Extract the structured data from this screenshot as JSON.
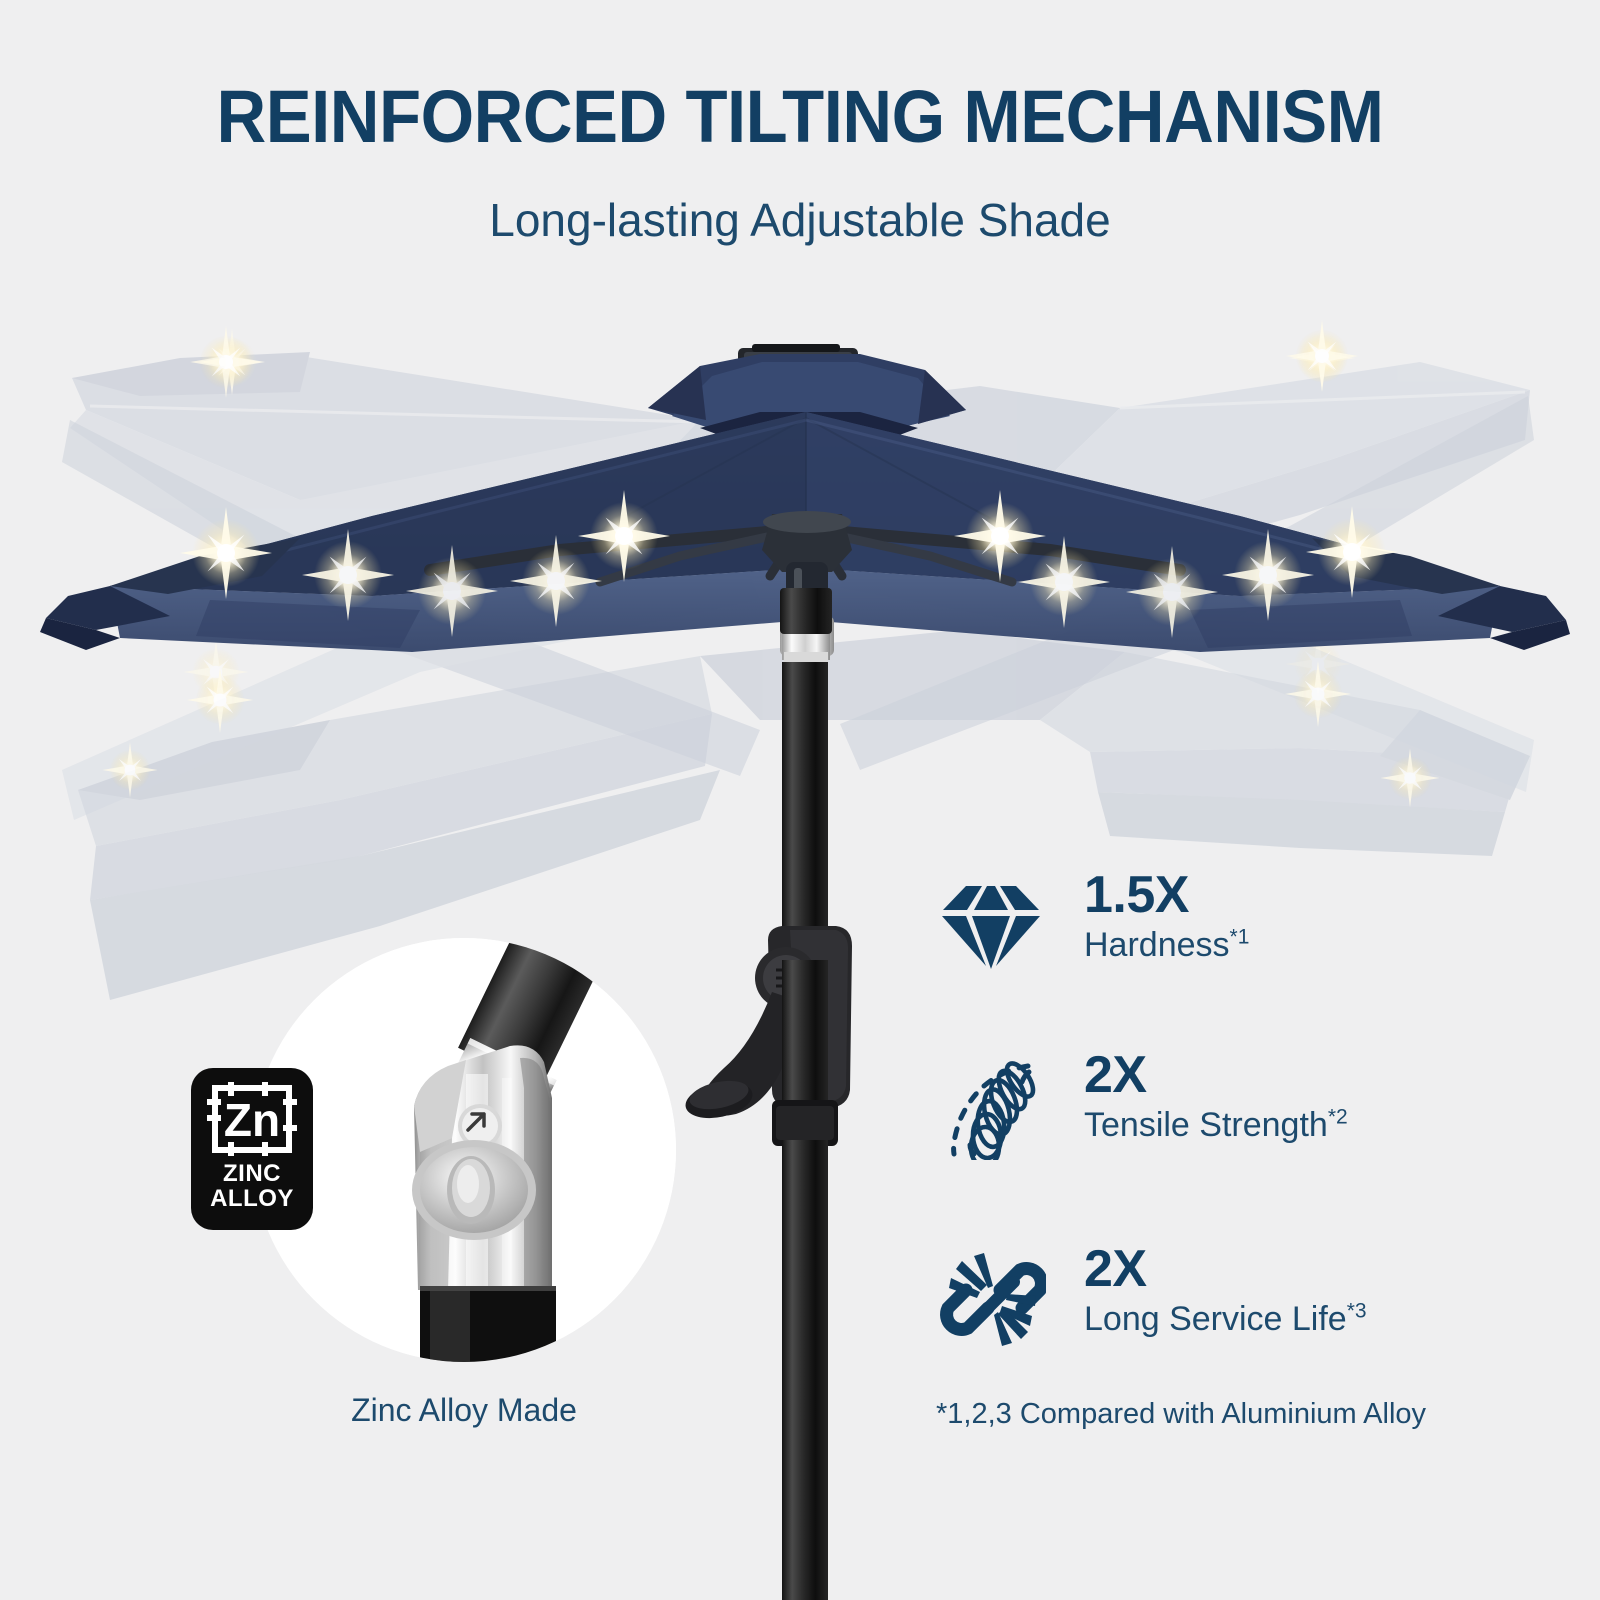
{
  "header": {
    "title": "REINFORCED TILTING MECHANISM",
    "subtitle": "Long-lasting Adjustable Shade"
  },
  "colors": {
    "background": "#efeff0",
    "brand_navy": "#123f63",
    "text_navy": "#1d4a6d",
    "canopy_navy": "#2b3a5c",
    "ghost_canopy": "#ced3dc",
    "pole_black": "#1a1a1a",
    "led_warm": "#fff6d8",
    "badge_black": "#0d0d0d",
    "chrome_light": "#f2f2f2"
  },
  "hero": {
    "product_name": "tilting patio umbrella with solar LED lights",
    "canopy_color_name": "navy blue",
    "tilt_positions_shown": 3,
    "led_count_visible": 16
  },
  "detail": {
    "caption": "Zinc Alloy Made",
    "badge": {
      "symbol": "Zn",
      "line1": "ZINC",
      "line2": "ALLOY"
    }
  },
  "features": [
    {
      "icon": "diamond-icon",
      "multiplier": "1.5X",
      "label": "Hardness",
      "footnote_marker": "*1"
    },
    {
      "icon": "spring-coil-icon",
      "multiplier": "2X",
      "label": "Tensile Strength",
      "footnote_marker": "*2"
    },
    {
      "icon": "broken-chain-icon",
      "multiplier": "2X",
      "label": "Long Service Life",
      "footnote_marker": "*3"
    }
  ],
  "footnote": "*1,2,3 Compared with Aluminium Alloy"
}
